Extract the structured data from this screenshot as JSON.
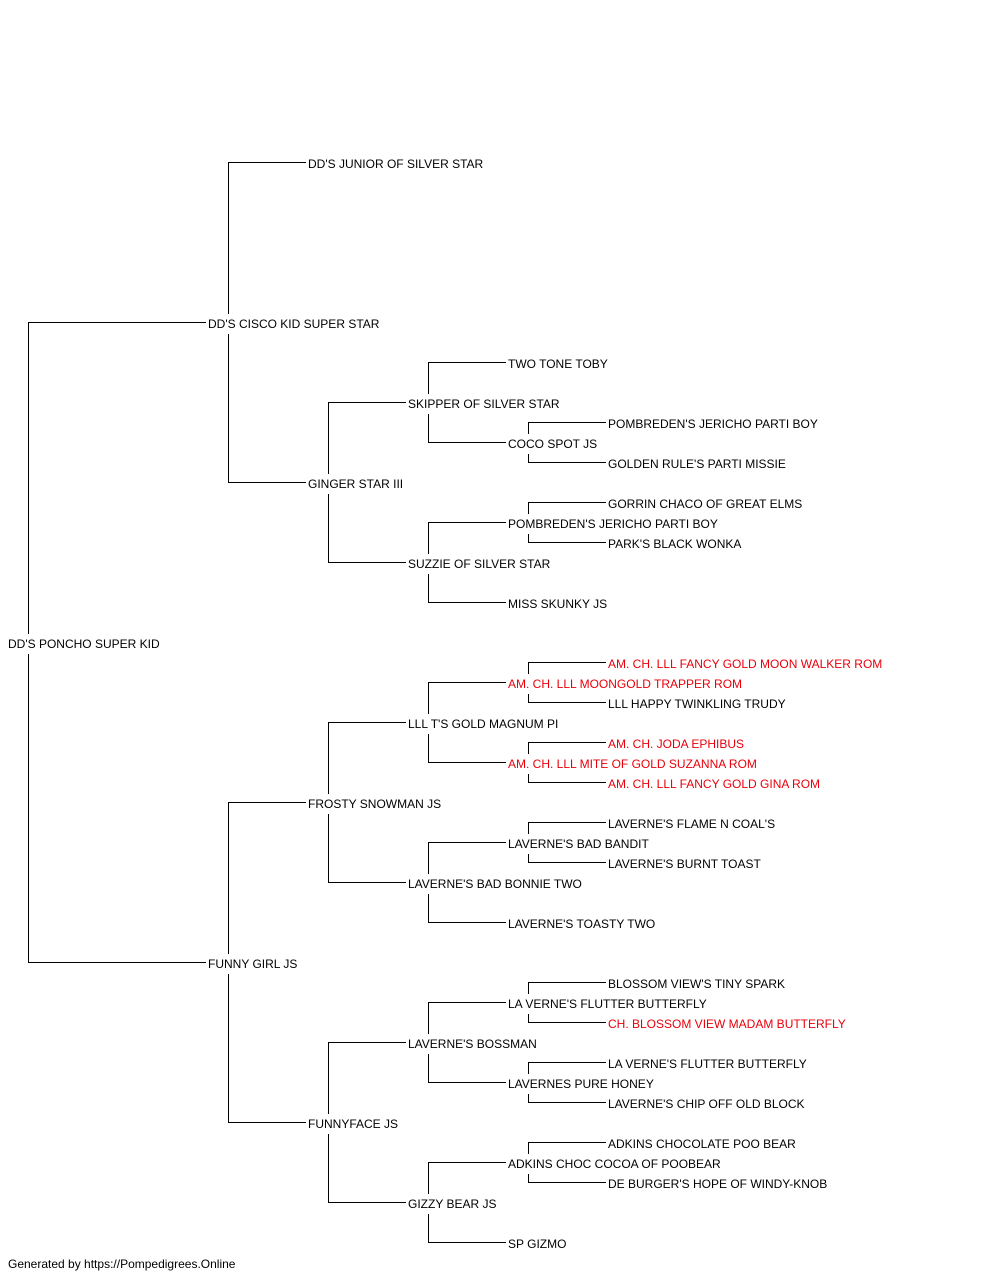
{
  "colors": {
    "line": "#000000",
    "text": "#000000",
    "champion": "#e8000b"
  },
  "pedigree": [
    {
      "id": "self",
      "name": "DD'S PONCHO SUPER KID"
    },
    {
      "id": "s",
      "name": "DD'S CISCO KID SUPER STAR",
      "parent": "self"
    },
    {
      "id": "d",
      "name": "FUNNY GIRL JS",
      "parent": "self"
    },
    {
      "id": "ss",
      "name": "DD'S JUNIOR OF SILVER STAR",
      "parent": "s"
    },
    {
      "id": "sd",
      "name": "GINGER STAR III",
      "parent": "s"
    },
    {
      "id": "sds",
      "name": "SKIPPER OF SILVER STAR",
      "parent": "sd"
    },
    {
      "id": "sdss",
      "name": "TWO TONE TOBY",
      "parent": "sds"
    },
    {
      "id": "sdsd",
      "name": "COCO SPOT JS",
      "parent": "sds"
    },
    {
      "id": "sdsds",
      "name": "POMBREDEN'S JERICHO PARTI BOY",
      "parent": "sdsd"
    },
    {
      "id": "sdsdd",
      "name": "GOLDEN RULE'S PARTI MISSIE",
      "parent": "sdsd"
    },
    {
      "id": "sdd",
      "name": "SUZZIE OF SILVER STAR",
      "parent": "sd"
    },
    {
      "id": "sdds",
      "name": "POMBREDEN'S JERICHO PARTI BOY",
      "parent": "sdd"
    },
    {
      "id": "sddss",
      "name": "GORRIN CHACO OF GREAT ELMS",
      "parent": "sdds"
    },
    {
      "id": "sddsd",
      "name": "PARK'S BLACK WONKA",
      "parent": "sdds"
    },
    {
      "id": "sddd",
      "name": "MISS SKUNKY JS",
      "parent": "sdd"
    },
    {
      "id": "ds",
      "name": "FROSTY SNOWMAN JS",
      "parent": "d"
    },
    {
      "id": "dss",
      "name": "LLL T'S GOLD MAGNUM PI",
      "parent": "ds"
    },
    {
      "id": "dsss",
      "name": "AM. CH. LLL MOONGOLD TRAPPER ROM",
      "parent": "dss",
      "champion": true
    },
    {
      "id": "dssss",
      "name": "AM. CH. LLL FANCY GOLD MOON WALKER ROM",
      "parent": "dsss",
      "champion": true
    },
    {
      "id": "dsssd",
      "name": "LLL HAPPY TWINKLING TRUDY",
      "parent": "dsss"
    },
    {
      "id": "dssd",
      "name": "AM. CH. LLL MITE OF GOLD SUZANNA ROM",
      "parent": "dss",
      "champion": true
    },
    {
      "id": "dssds",
      "name": "AM. CH. JODA EPHIBUS",
      "parent": "dssd",
      "champion": true
    },
    {
      "id": "dssdd",
      "name": "AM. CH. LLL FANCY GOLD GINA ROM",
      "parent": "dssd",
      "champion": true
    },
    {
      "id": "dsd",
      "name": "LAVERNE'S BAD BONNIE TWO",
      "parent": "ds"
    },
    {
      "id": "dsds",
      "name": "LAVERNE'S BAD BANDIT",
      "parent": "dsd"
    },
    {
      "id": "dsdss",
      "name": "LAVERNE'S FLAME N COAL'S",
      "parent": "dsds"
    },
    {
      "id": "dsdsd",
      "name": "LAVERNE'S BURNT TOAST",
      "parent": "dsds"
    },
    {
      "id": "dsdd",
      "name": "LAVERNE'S TOASTY TWO",
      "parent": "dsd"
    },
    {
      "id": "dd",
      "name": "FUNNYFACE JS",
      "parent": "d"
    },
    {
      "id": "dds",
      "name": "LAVERNE'S BOSSMAN",
      "parent": "dd"
    },
    {
      "id": "ddss",
      "name": "LA VERNE'S FLUTTER BUTTERFLY",
      "parent": "dds"
    },
    {
      "id": "ddsss",
      "name": "BLOSSOM VIEW'S TINY SPARK",
      "parent": "ddss"
    },
    {
      "id": "ddssd",
      "name": "CH. BLOSSOM VIEW MADAM BUTTERFLY",
      "parent": "ddss",
      "champion": true
    },
    {
      "id": "ddsd",
      "name": "LAVERNES PURE HONEY",
      "parent": "dds"
    },
    {
      "id": "ddsds",
      "name": "LA VERNE'S FLUTTER BUTTERFLY",
      "parent": "ddsd"
    },
    {
      "id": "ddsdd",
      "name": "LAVERNE'S CHIP OFF OLD BLOCK",
      "parent": "ddsd"
    },
    {
      "id": "ddd",
      "name": "GIZZY BEAR JS",
      "parent": "dd"
    },
    {
      "id": "ddds",
      "name": "ADKINS CHOC COCOA OF POOBEAR",
      "parent": "ddd"
    },
    {
      "id": "dddss",
      "name": "ADKINS CHOCOLATE POO BEAR",
      "parent": "ddds"
    },
    {
      "id": "dddsd",
      "name": "DE BURGER'S HOPE OF WINDY-KNOB",
      "parent": "ddds"
    },
    {
      "id": "dddd",
      "name": "SP GIZMO",
      "parent": "ddd"
    }
  ],
  "footer": {
    "text": "Generated by https://Pompedigrees.Online"
  }
}
